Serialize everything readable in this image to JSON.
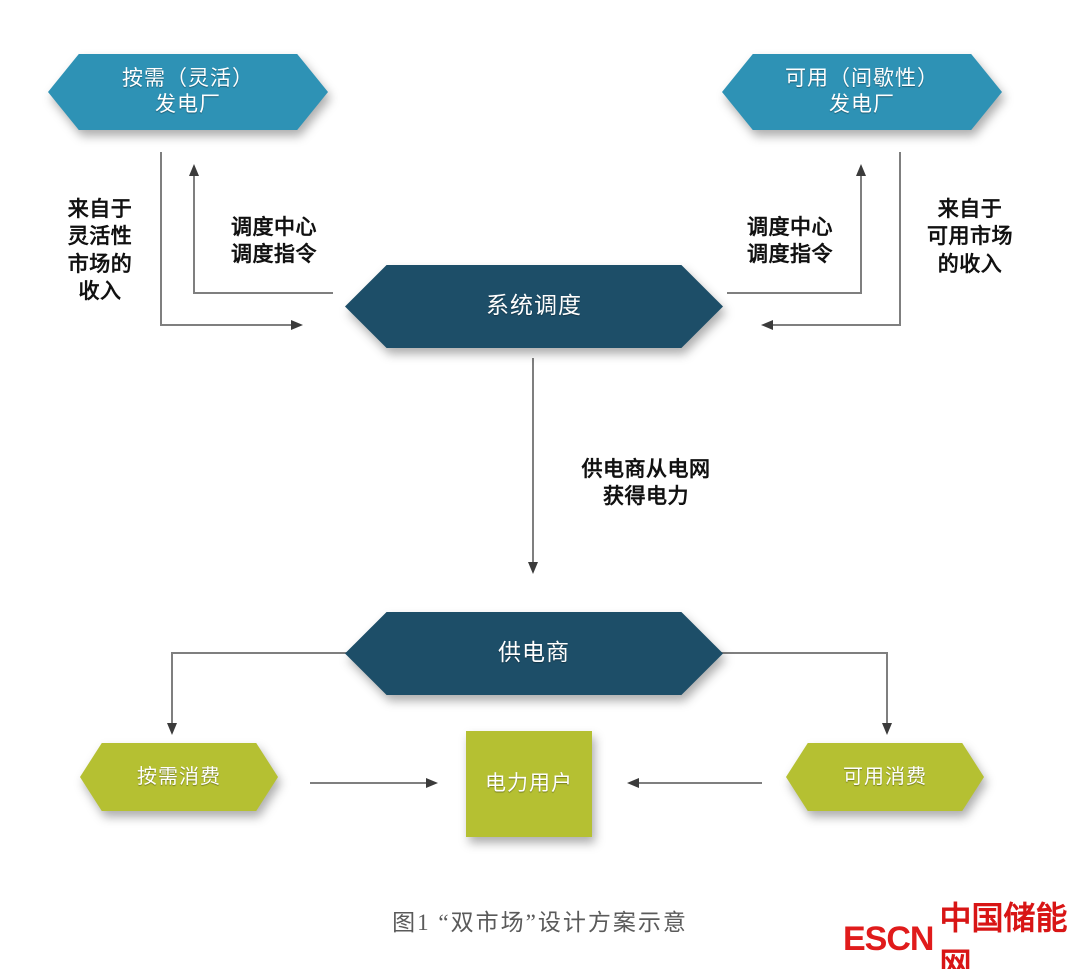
{
  "figure": {
    "caption": "图1 “双市场”设计方案示意",
    "background": "#ffffff"
  },
  "colors": {
    "blue": "#2E92B5",
    "dark_teal": "#1D4E68",
    "olive": "#B5C032",
    "line": "#7F7F7F",
    "arrow_head": "#3B3B3B",
    "label_text": "#111111",
    "caption_text": "#5a5a5a",
    "logo_red": "#E01B1B"
  },
  "nodes": {
    "flexible_plant": {
      "label": "按需（灵活）\n发电厂",
      "color_key": "blue"
    },
    "available_plant": {
      "label": "可用（间歇性）\n发电厂",
      "color_key": "blue"
    },
    "system_dispatch": {
      "label": "系统调度",
      "color_key": "dark_teal"
    },
    "supplier": {
      "label": "供电商",
      "color_key": "dark_teal"
    },
    "on_demand_consumption": {
      "label": "按需消费",
      "color_key": "olive"
    },
    "available_consumption": {
      "label": "可用消费",
      "color_key": "olive"
    },
    "power_user": {
      "label": "电力用户",
      "color_key": "olive"
    }
  },
  "edge_labels": {
    "flex_market_revenue": "来自于\n灵活性\n市场的\n收入",
    "dispatch_command_left": "调度中心\n调度指令",
    "dispatch_command_right": "调度中心\n调度指令",
    "available_market_revenue": "来自于\n可用市场\n的收入",
    "supplier_gets_power": "供电商从电网\n获得电力"
  },
  "logo": {
    "mark": "ESCN",
    "name": "中国储能网"
  }
}
